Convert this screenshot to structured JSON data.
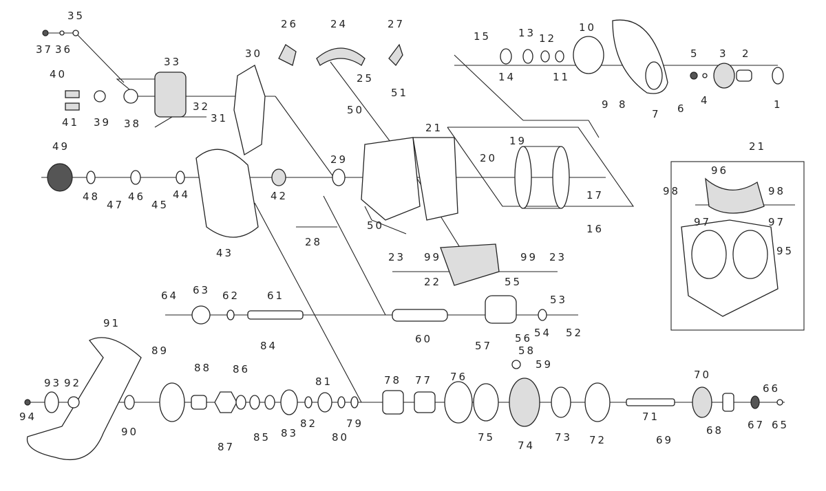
{
  "title": "Baitcasting reel exploded parts diagram",
  "inset_label": "21",
  "labels": [
    "35",
    "37",
    "36",
    "33",
    "40",
    "41",
    "39",
    "38",
    "32",
    "31",
    "30",
    "26",
    "24",
    "27",
    "25",
    "15",
    "13",
    "12",
    "10",
    "14",
    "11",
    "5",
    "3",
    "2",
    "9",
    "8",
    "7",
    "6",
    "4",
    "1",
    "51",
    "50",
    "21",
    "19",
    "20",
    "17",
    "16",
    "49",
    "29",
    "48",
    "47",
    "46",
    "45",
    "44",
    "42",
    "43",
    "28",
    "50",
    "23",
    "99",
    "22",
    "99",
    "23",
    "55",
    "53",
    "52",
    "54",
    "56",
    "57",
    "58",
    "59",
    "60",
    "64",
    "63",
    "62",
    "61",
    "91",
    "84",
    "89",
    "88",
    "86",
    "81",
    "78",
    "77",
    "76",
    "70",
    "66",
    "93",
    "92",
    "94",
    "90",
    "87",
    "85",
    "83",
    "82",
    "80",
    "79",
    "75",
    "74",
    "73",
    "72",
    "71",
    "69",
    "68",
    "67",
    "65",
    "96",
    "98",
    "98",
    "97",
    "97",
    "95"
  ]
}
